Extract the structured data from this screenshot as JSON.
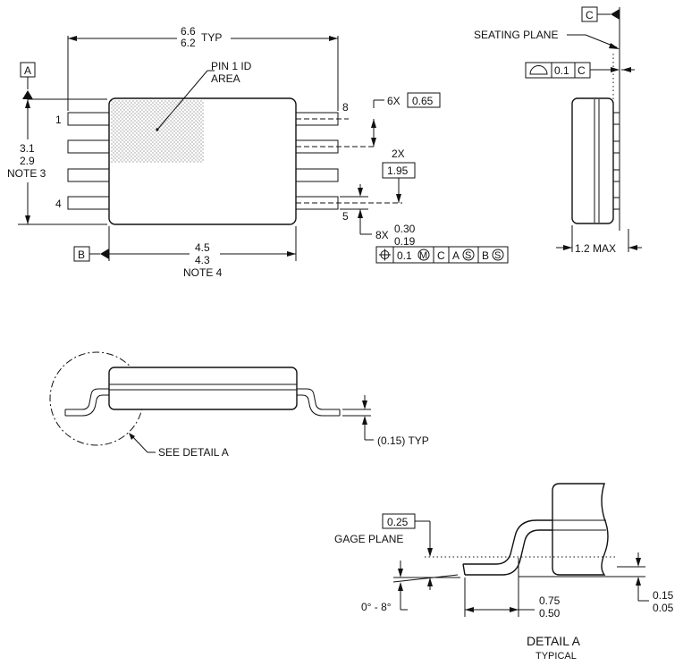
{
  "top_view": {
    "width_max": "6.6",
    "width_min": "6.2",
    "width_suffix": "TYP",
    "pin1_line1": "PIN 1 ID",
    "pin1_line2": "AREA",
    "datum_a": "A",
    "datum_b": "B",
    "height_max": "3.1",
    "height_min": "2.9",
    "height_note": "NOTE 3",
    "pin_1": "1",
    "pin_4": "4",
    "pin_5": "5",
    "pin_8": "8",
    "pitch_count": "6X",
    "pitch_value": "0.65",
    "span_count": "2X",
    "span_value": "1.95",
    "lead_count": "8X",
    "lead_max": "0.30",
    "lead_min": "0.19",
    "fcf_tol": "0.1",
    "fcf_m": "M",
    "fcf_c": "C",
    "fcf_a": "A",
    "fcf_s1": "S",
    "fcf_b": "B",
    "fcf_s2": "S",
    "body_max": "4.5",
    "body_min": "4.3",
    "body_note": "NOTE 4"
  },
  "side_view": {
    "datum_c": "C",
    "seating_plane": "SEATING PLANE",
    "flatness_tol": "0.1",
    "flatness_ref": "C",
    "max_height": "1.2 MAX"
  },
  "front_view": {
    "see_detail": "SEE DETAIL A",
    "lead_thickness": "(0.15) TYP"
  },
  "detail_a": {
    "gage_value": "0.25",
    "gage_label": "GAGE PLANE",
    "angle": "0° - 8°",
    "foot_max": "0.75",
    "foot_min": "0.50",
    "standoff_max": "0.15",
    "standoff_min": "0.05",
    "title": "DETAIL A",
    "subtitle": "TYPICAL"
  },
  "icons": {
    "datum_flag": "triangle-arrow-icon",
    "position_symbol": "position-crosshair-icon",
    "flatness_symbol": "surface-profile-icon"
  }
}
